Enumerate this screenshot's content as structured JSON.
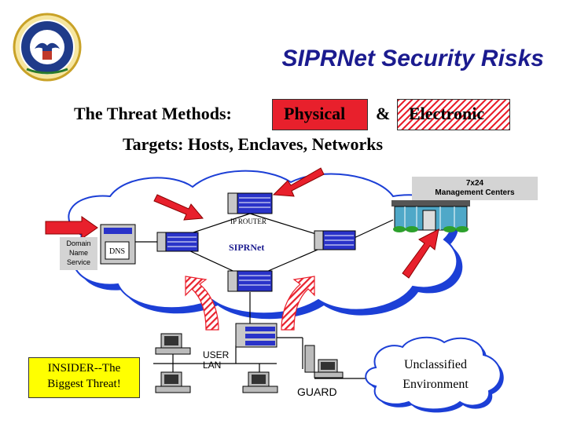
{
  "slide": {
    "title": "SIPRNet Security Risks",
    "threat_prefix": "The Threat Methods:",
    "physical": "Physical",
    "ampersand": "&",
    "electronic": "Electronic",
    "targets": "Targets:  Hosts, Enclaves, Networks"
  },
  "diagram": {
    "network_label": "SIPRNet",
    "router_label": "IP ROUTER",
    "dns_label": "DNS",
    "dns_side": [
      "Domain",
      "Name",
      "Service"
    ],
    "management": [
      "7x24",
      "Management Centers"
    ],
    "user_lan": [
      "USER",
      "LAN"
    ],
    "guard": "GUARD",
    "unclassified": [
      "Unclassified",
      "Environment"
    ],
    "insider": [
      "INSIDER--The",
      "Biggest Threat!"
    ]
  },
  "colors": {
    "title": "#1b1b8f",
    "cloud_fill": "#ffffff",
    "cloud_shadow": "#1c3fd6",
    "arrow_red": "#e8202c",
    "hatch_red": "#e9202c",
    "insider_bg": "#ffff00",
    "label_gray": "#d4d4d4",
    "device_blue": "#2a33c9"
  },
  "icons": [
    "seal-icon",
    "router-icon",
    "server-icon",
    "workstation-icon",
    "building-icon",
    "red-arrow-icon",
    "hatched-arrow-icon"
  ]
}
